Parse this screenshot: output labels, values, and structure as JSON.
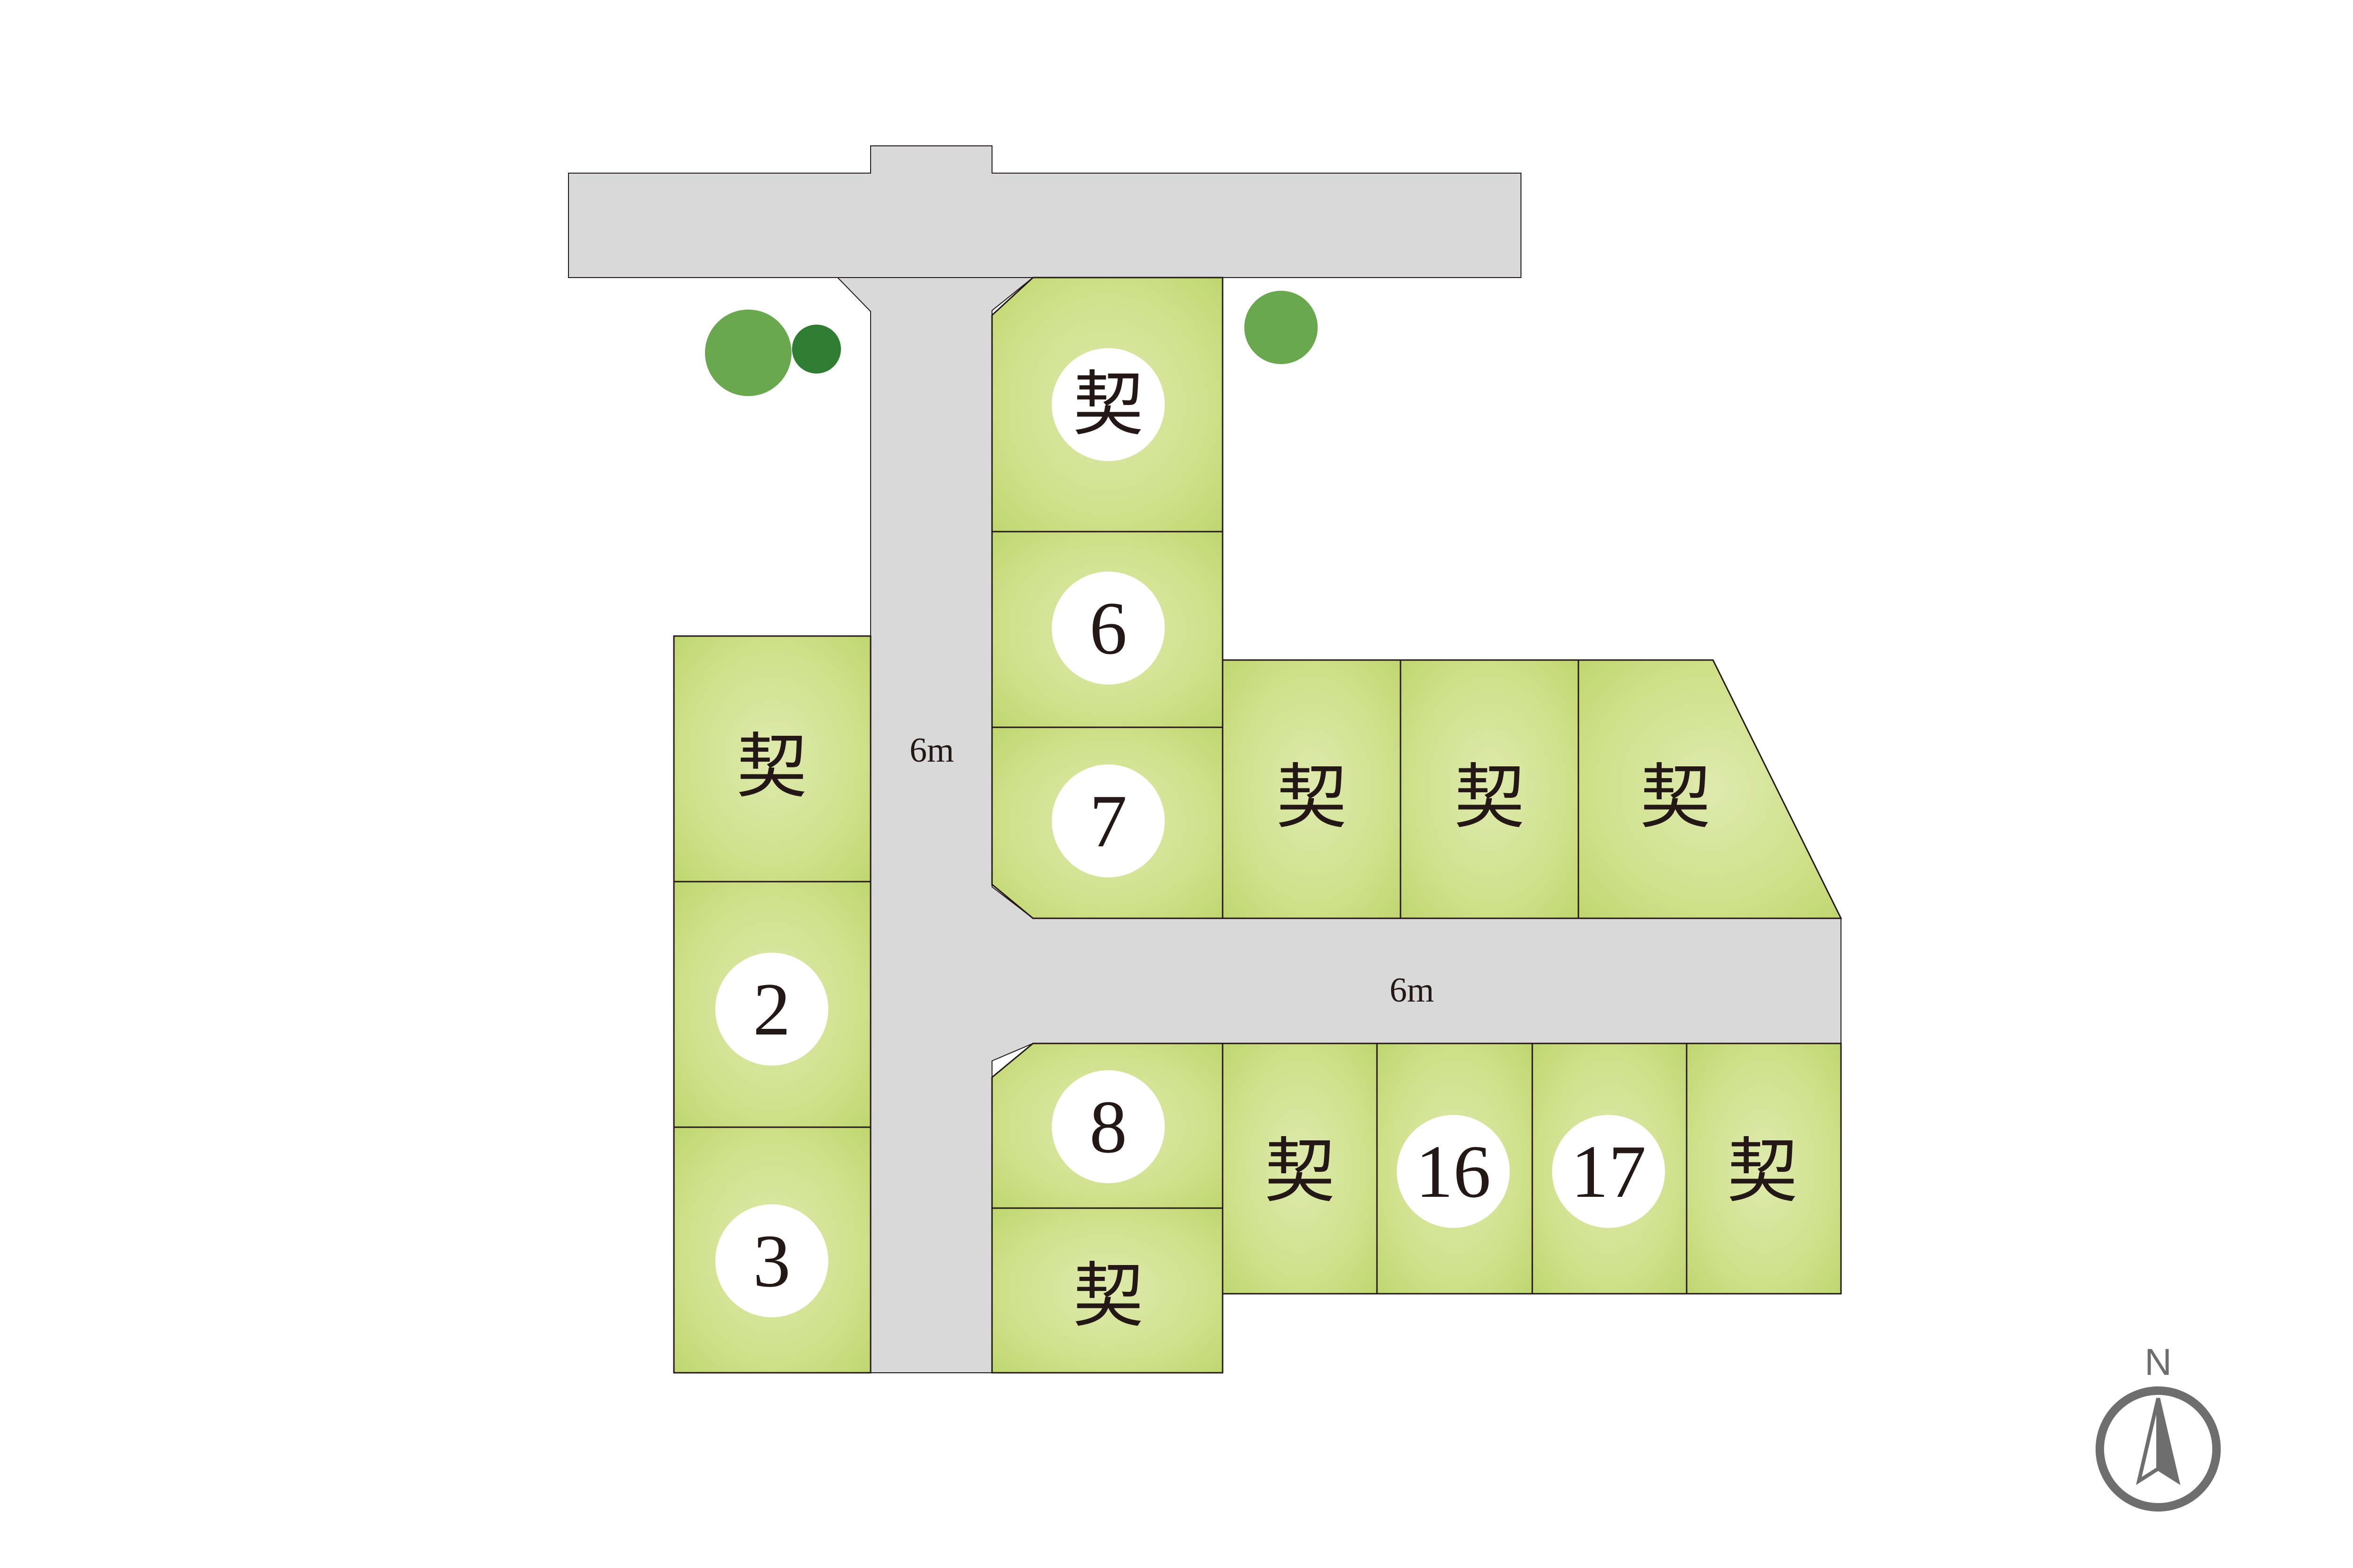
{
  "colors": {
    "lot_fill_light": "#d9e6a4",
    "lot_fill_dark": "#bcd46a",
    "road": "#d9d9d9",
    "outline": "#231815",
    "tree_light": "#6aa84f",
    "tree_dark": "#2e7d32",
    "compass": "#6e6e6e"
  },
  "roads": {
    "north_south_width": "6m",
    "east_west_width": "6m"
  },
  "lots": [
    {
      "id": "lot-a",
      "label": "契",
      "status": "contracted",
      "badge": true
    },
    {
      "id": "lot-6",
      "label": "6",
      "status": "available",
      "badge": true
    },
    {
      "id": "lot-7",
      "label": "7",
      "status": "available",
      "badge": true
    },
    {
      "id": "lot-b",
      "label": "契",
      "status": "contracted",
      "badge": false
    },
    {
      "id": "lot-c",
      "label": "契",
      "status": "contracted",
      "badge": false
    },
    {
      "id": "lot-d",
      "label": "契",
      "status": "contracted",
      "badge": false
    },
    {
      "id": "lot-e",
      "label": "契",
      "status": "contracted",
      "badge": false
    },
    {
      "id": "lot-2",
      "label": "2",
      "status": "available",
      "badge": true
    },
    {
      "id": "lot-3",
      "label": "3",
      "status": "available",
      "badge": true
    },
    {
      "id": "lot-8",
      "label": "8",
      "status": "available",
      "badge": true
    },
    {
      "id": "lot-f",
      "label": "契",
      "status": "contracted",
      "badge": false
    },
    {
      "id": "lot-g",
      "label": "契",
      "status": "contracted",
      "badge": false
    },
    {
      "id": "lot-16",
      "label": "16",
      "status": "available",
      "badge": true
    },
    {
      "id": "lot-17",
      "label": "17",
      "status": "available",
      "badge": true
    },
    {
      "id": "lot-h",
      "label": "契",
      "status": "contracted",
      "badge": false
    }
  ],
  "compass": {
    "label": "N",
    "icon": "north-arrow-icon"
  }
}
